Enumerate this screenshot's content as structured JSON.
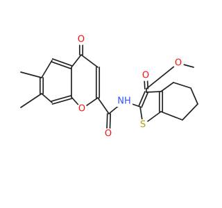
{
  "molecule": {
    "atoms": {
      "o_ketone": "O",
      "o_ring": "O",
      "o_amide": "O",
      "nh": "NH",
      "o_ester_carbonyl": "O",
      "o_ester": "O",
      "s": "S"
    }
  },
  "colors": {
    "bond": "#222222",
    "oxygen": "#ff0d0d",
    "nitrogen": "#3050f8",
    "sulfur": "#b5a000"
  }
}
